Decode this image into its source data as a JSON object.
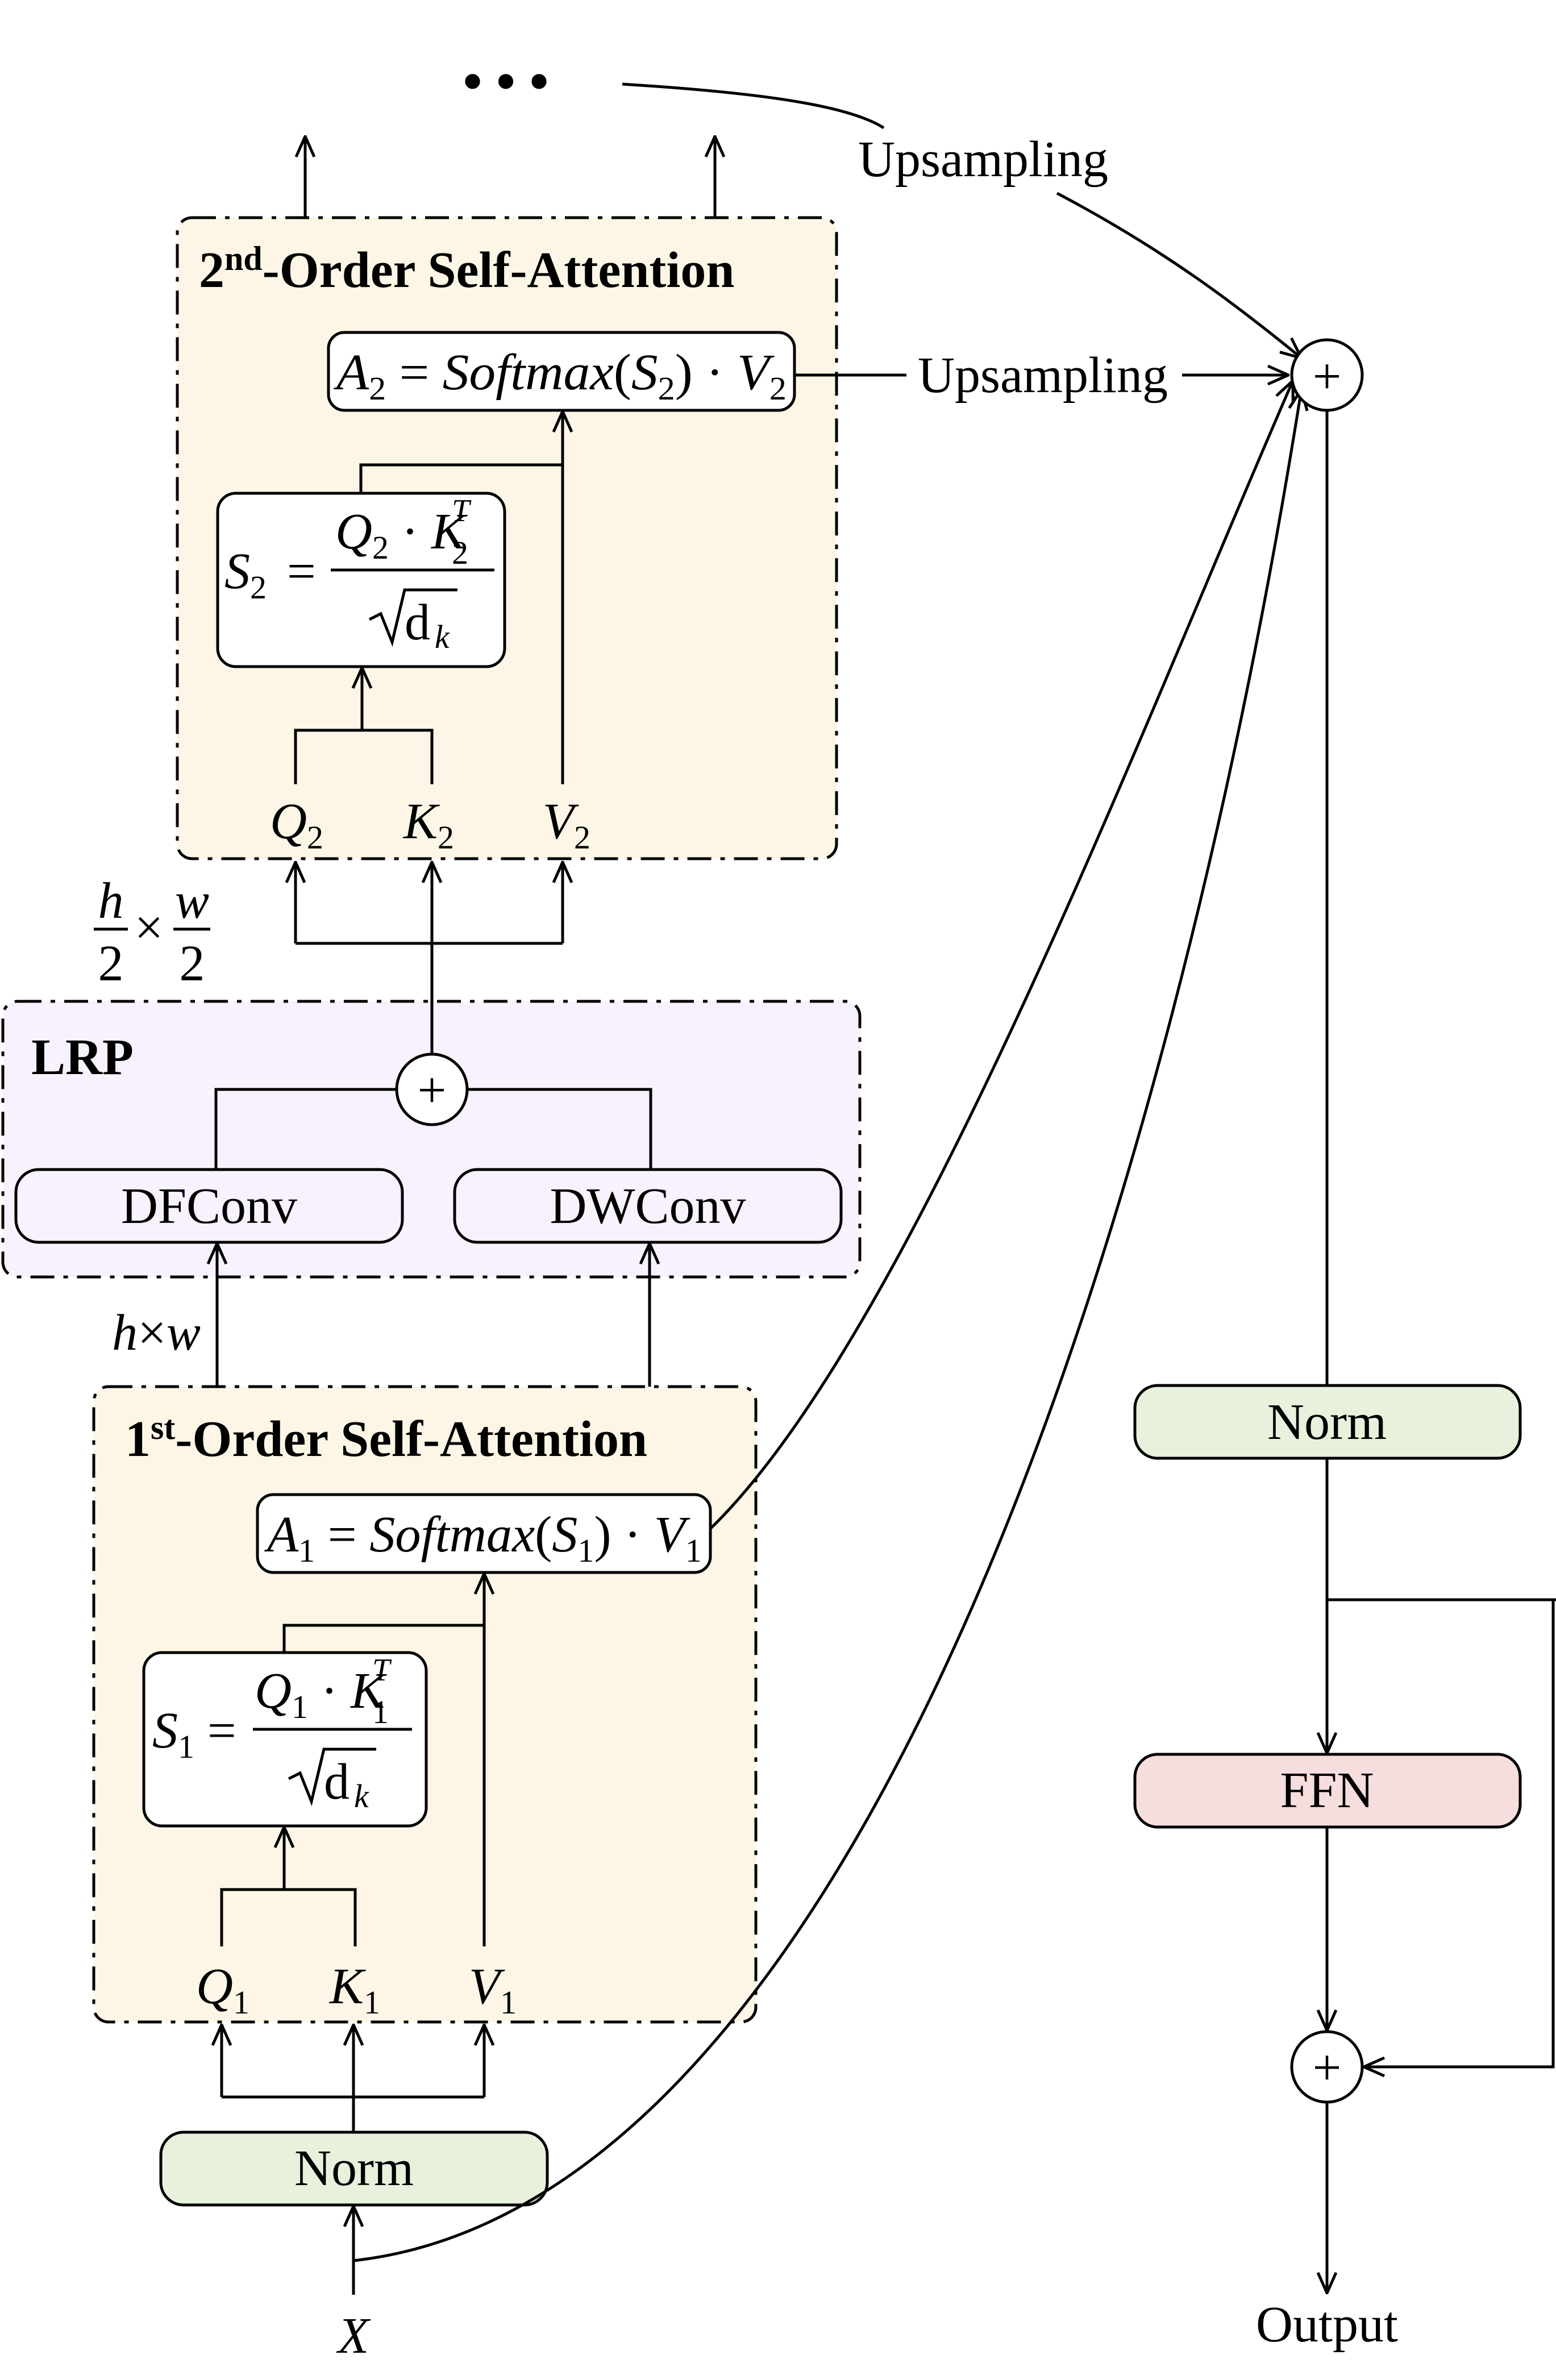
{
  "colors": {
    "attention_bg": "#fdf6e6",
    "lrp_bg": "#f7f2fd",
    "norm_bg": "#e8f1dc",
    "ffn_bg": "#f5dedd",
    "white": "#ffffff",
    "line": "#000000"
  },
  "top_ellipsis": "•••",
  "upsampling_top": "Upsampling",
  "upsampling_mid": "Upsampling",
  "second_order": {
    "title_pre": "2",
    "title_sup": "nd",
    "title_post": "-Order Self-Attention",
    "A_formula": {
      "A": "A",
      "A_sub": "2",
      "eq": " = ",
      "fn": "Softmax",
      "lp": "(",
      "S": "S",
      "S_sub": "2",
      "rp": ")",
      "dot": " · ",
      "V": "V",
      "V_sub": "2"
    },
    "S_formula": {
      "S": "S",
      "S_sub": "2",
      "eq": "=",
      "Q": "Q",
      "Q_sub": "2",
      "dot": " · ",
      "K": "K",
      "K_sub": "2",
      "K_sup": "T",
      "d": "d",
      "d_sub": "k"
    },
    "Q": "Q",
    "Q_sub": "2",
    "K": "K",
    "K_sub": "2",
    "V": "V",
    "V_sub": "2"
  },
  "scale_half": {
    "h": "h",
    "two_a": "2",
    "times": "×",
    "w": "w",
    "two_b": "2"
  },
  "lrp": {
    "title": "LRP",
    "dfconv": "DFConv",
    "dwconv": "DWConv",
    "plus": "+"
  },
  "scale_full": {
    "h": "h",
    "times": "×",
    "w": "w"
  },
  "first_order": {
    "title_pre": "1",
    "title_sup": "st",
    "title_post": "-Order Self-Attention",
    "A_formula": {
      "A": "A",
      "A_sub": "1",
      "eq": " = ",
      "fn": "Softmax",
      "lp": "(",
      "S": "S",
      "S_sub": "1",
      "rp": ")",
      "dot": " · ",
      "V": "V",
      "V_sub": "1"
    },
    "S_formula": {
      "S": "S",
      "S_sub": "1",
      "eq": "=",
      "Q": "Q",
      "Q_sub": "1",
      "dot": " · ",
      "K": "K",
      "K_sub": "1",
      "K_sup": "T",
      "d": "d",
      "d_sub": "k"
    },
    "Q": "Q",
    "Q_sub": "1",
    "K": "K",
    "K_sub": "1",
    "V": "V",
    "V_sub": "1"
  },
  "norm_bottom": "Norm",
  "input_x": "X",
  "right_branch": {
    "plus_top": "+",
    "norm": "Norm",
    "ffn": "FFN",
    "plus_bottom": "+",
    "output": "Output"
  }
}
